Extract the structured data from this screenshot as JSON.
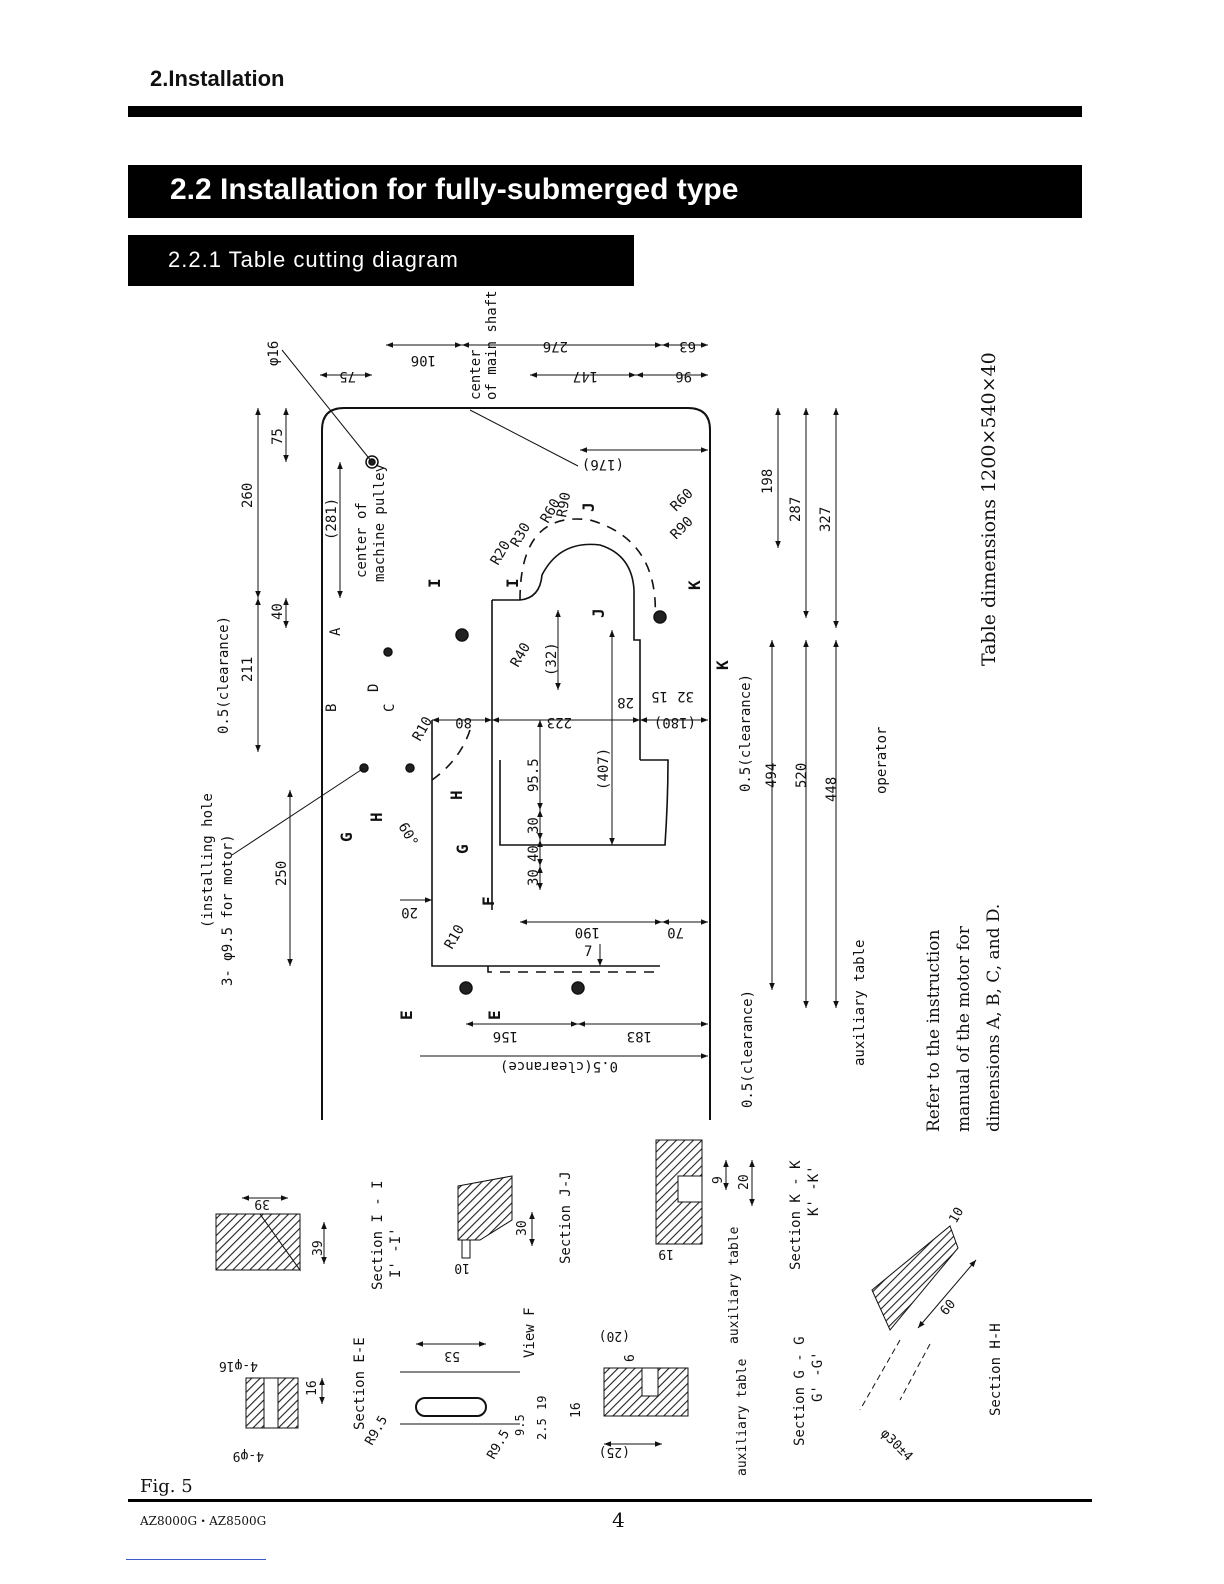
{
  "header": {
    "section_label": "2.Installation",
    "title": "2.2 Installation for fully-submerged type",
    "subtitle": "2.2.1 Table cutting diagram"
  },
  "notes": {
    "table_dimensions": "Table dimensions 1200×540×40",
    "refer_line1": "Refer to the instruction",
    "refer_line2": "manual of the motor for",
    "refer_line3": "dimensions A, B, C, and D.",
    "installing_hole_1": "(installing hole",
    "installing_hole_2": "3- φ9.5 for motor)",
    "center_main_shaft_1": "center",
    "center_main_shaft_2": "of main shaft",
    "center_pulley_1": "center of",
    "center_pulley_2": "machine pulley",
    "operator": "operator",
    "auxiliary_table": "auxiliary table",
    "clearance": "0.5(clearance)"
  },
  "dimensions": {
    "d106": "106",
    "d276": "276",
    "d63": "63",
    "d75a": "75",
    "d147": "147",
    "d96": "96",
    "d176": "(176)",
    "d281": "(281)",
    "d75b": "75",
    "d260": "260",
    "d40": "40",
    "d211": "211",
    "d198": "198",
    "d287": "287",
    "d327": "327",
    "d16": "φ16",
    "d80": "80",
    "d223": "223",
    "d180": "(180)",
    "d407": "(407)",
    "d32": "(32)",
    "d28": "28",
    "d15": "15",
    "d32b": "32",
    "d955": "95.5",
    "d30a": "30",
    "d40b": "40",
    "d30b": "30",
    "d250": "250",
    "d20": "20",
    "d190": "190",
    "d70": "70",
    "d7": "7",
    "d156": "156",
    "d183": "183",
    "d494": "494",
    "d520": "520",
    "d448": "448",
    "r60a": "R60",
    "r90a": "R90",
    "r30": "R30",
    "r20": "R20",
    "r60b": "R60",
    "r90b": "R90",
    "r40": "R40",
    "r10a": "R10",
    "r10b": "R10",
    "a60": "60°",
    "la": "A",
    "lb": "B",
    "lc": "C",
    "ld": "D",
    "li": "I",
    "lj": "J",
    "lk": "K",
    "lg": "G",
    "lh": "H",
    "le": "E",
    "lf": "F"
  },
  "sections": {
    "ii_dim1": "39",
    "ii_dim2": "39",
    "ii_title1": "Section I - I",
    "ii_title2": "I' -I'",
    "jj_dim1": "30",
    "jj_dim2": "10",
    "jj_title": "Section J-J",
    "kk_dim1": "9",
    "kk_dim2": "20",
    "kk_dim3": "19",
    "kk_title1": "Section K - K",
    "kk_title2": "K' -K'",
    "ee_dim1": "4-φ16",
    "ee_dim2": "16",
    "ee_dim3": "4-φ9",
    "ee_title": "Section E-E",
    "vf_dim1": "53",
    "vf_dim2": "R9.5",
    "vf_dim3": "R9.5",
    "vf_dim4": "9.5",
    "vf_dim5": "19",
    "vf_dim6": "2.5",
    "vf_title": "View F",
    "gg_dim1": "(20)",
    "gg_dim2": "6",
    "gg_dim3": "16",
    "gg_dim4": "(25)",
    "gg_title1": "Section G - G",
    "gg_title2": "G' -G'",
    "hh_dim1": "10",
    "hh_dim2": "60",
    "hh_dim3": "φ30±4",
    "hh_title": "Section H-H"
  },
  "footer": {
    "figure": "Fig. 5",
    "model": "AZ8000G・AZ8500G",
    "page": "4"
  }
}
